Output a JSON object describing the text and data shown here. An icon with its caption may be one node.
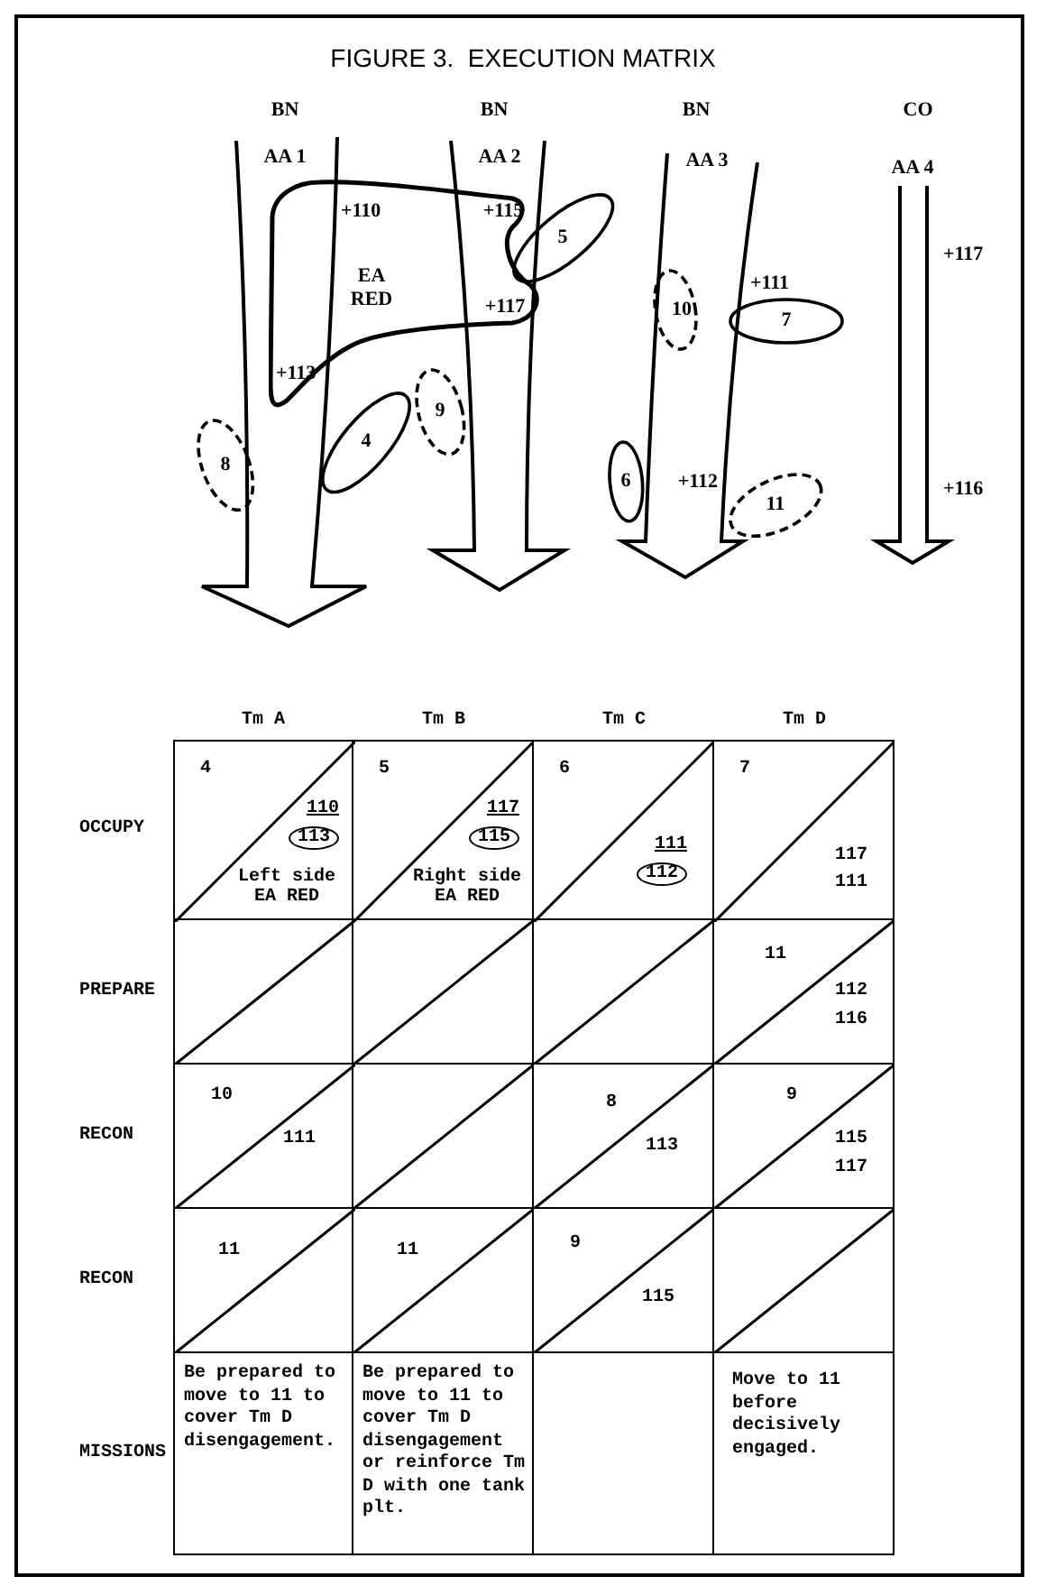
{
  "diagram": {
    "title": "FIGURE 3.  EXECUTION MATRIX",
    "nodes": [
      {
        "text": [
          "EA RED"
        ]
      },
      {
        "text": [
          "5"
        ]
      },
      {
        "text": [
          "10"
        ]
      },
      {
        "text": [
          "7"
        ]
      },
      {
        "text": [
          "9"
        ]
      },
      {
        "text": [
          "4"
        ]
      },
      {
        "text": [
          "8"
        ]
      },
      {
        "text": [
          "6"
        ]
      },
      {
        "text": [
          "11"
        ]
      }
    ],
    "labels": [
      "BN",
      "BN",
      "BN",
      "CO",
      "AA 1",
      "AA 2",
      "AA 3",
      "AA 4",
      "+110",
      "+115",
      "+117",
      "+117",
      "+111",
      "+113",
      "+112",
      "+116",
      "Tm A",
      "Tm B",
      "Tm C",
      "Tm D",
      "OCCUPY",
      "4",
      "110",
      "113",
      "Left side EA RED",
      "5",
      "117",
      "115",
      "Right side EA RED",
      "6",
      "111",
      "112",
      "7",
      "117",
      "111",
      "PREPARE",
      "11",
      "112",
      "116",
      "RECON",
      "10",
      "111",
      "8",
      "113",
      "9",
      "115",
      "117",
      "RECON",
      "11",
      "11",
      "9",
      "115",
      "MISSIONS",
      "Be prepared to move to 11 to cover Tm D disengagement.",
      "Be prepared to move to 11 to cover Tm D disengagement or reinforce Tm D with one tank plt.",
      "Move to 11 before decisively engaged."
    ]
  }
}
